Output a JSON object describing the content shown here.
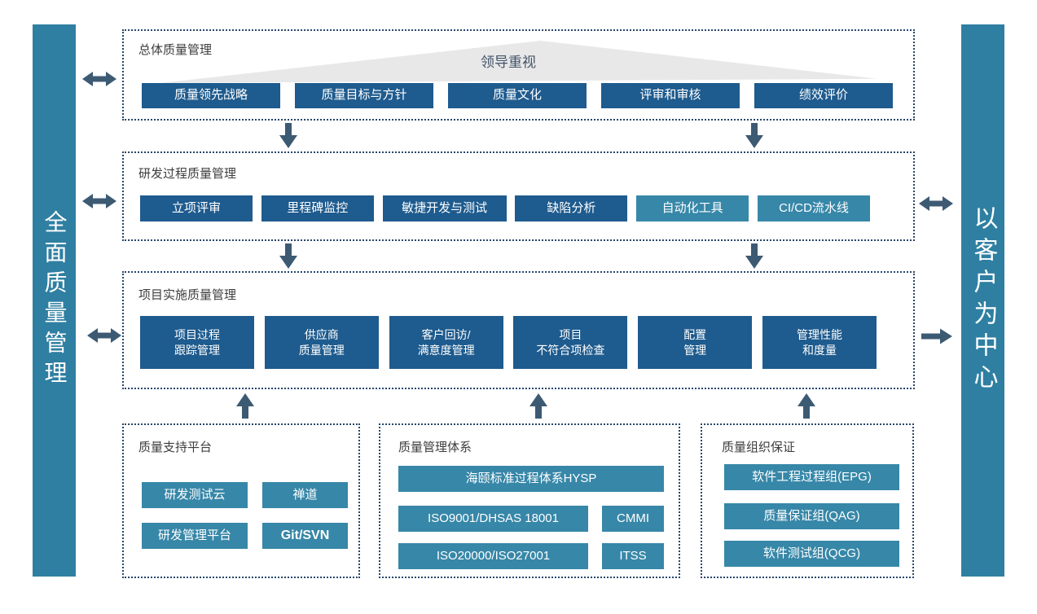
{
  "colors": {
    "dark_blue": "#1e5b8e",
    "teal_button": "#3787a8",
    "teal_banner": "#2f7fa2",
    "arrow": "#3d5a73",
    "dashed_border": "#26466b",
    "triangle_gray": "#e8e8e8",
    "title_text": "#3d3d3d",
    "leadership_text": "#44546a"
  },
  "banners": {
    "left": "全面质量管理",
    "right": "以客户为中心"
  },
  "overall": {
    "title": "总体质量管理",
    "leadership": "领导重视",
    "items": [
      "质量领先战略",
      "质量目标与方针",
      "质量文化",
      "评审和审核",
      "绩效评价"
    ]
  },
  "rd_process": {
    "title": "研发过程质量管理",
    "items": [
      "立项评审",
      "里程碑监控",
      "敏捷开发与测试",
      "缺陷分析",
      "自动化工具",
      "CI/CD流水线"
    ]
  },
  "project_impl": {
    "title": "项目实施质量管理",
    "items": [
      [
        "项目过程",
        "跟踪管理"
      ],
      [
        "供应商",
        "质量管理"
      ],
      [
        "客户回访/",
        "满意度管理"
      ],
      [
        "项目",
        "不符合项检查"
      ],
      [
        "配置",
        "管理"
      ],
      [
        "管理性能",
        "和度量"
      ]
    ]
  },
  "platform": {
    "title": "质量支持平台",
    "items": [
      "研发测试云",
      "禅道",
      "研发管理平台",
      "Git/SVN"
    ]
  },
  "system": {
    "title": "质量管理体系",
    "hysp": "海颐标准过程体系HYSP",
    "rows": [
      [
        "ISO9001/DHSAS 18001",
        "CMMI"
      ],
      [
        "ISO20000/ISO27001",
        "ITSS"
      ]
    ]
  },
  "org": {
    "title": "质量组织保证",
    "items": [
      "软件工程过程组(EPG)",
      "质量保证组(QAG)",
      "软件测试组(QCG)"
    ]
  }
}
